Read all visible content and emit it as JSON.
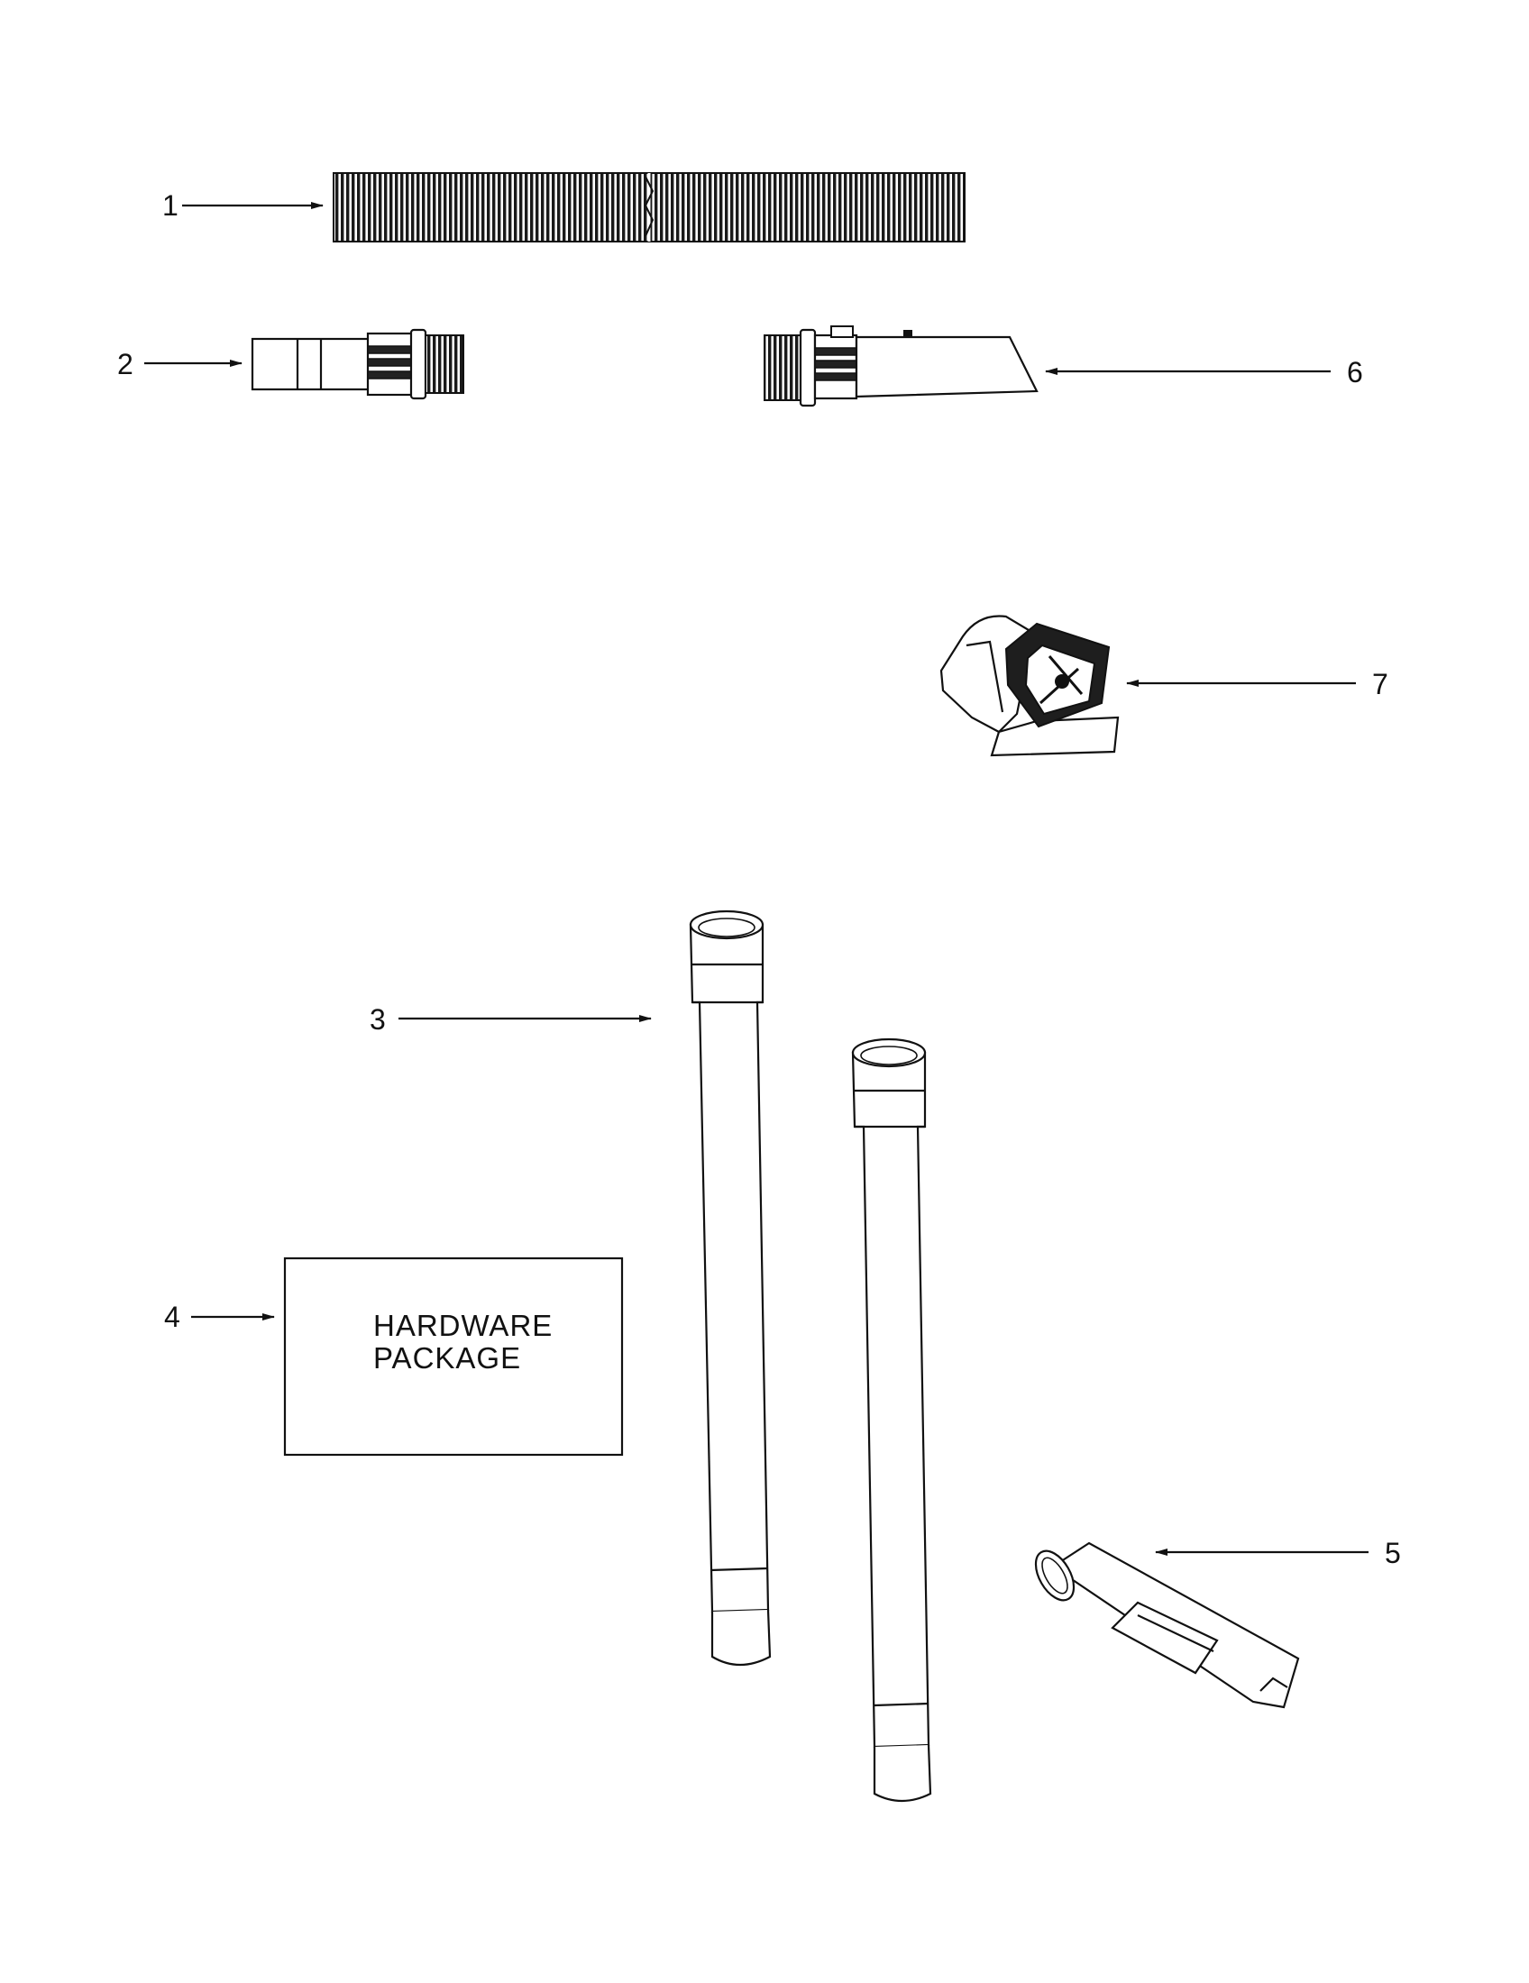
{
  "callouts": {
    "c1": "1",
    "c2": "2",
    "c3": "3",
    "c4": "4",
    "c5": "5",
    "c6": "6",
    "c7": "7"
  },
  "hardware_package": {
    "line1": "HARDWARE",
    "line2": "PACKAGE"
  }
}
